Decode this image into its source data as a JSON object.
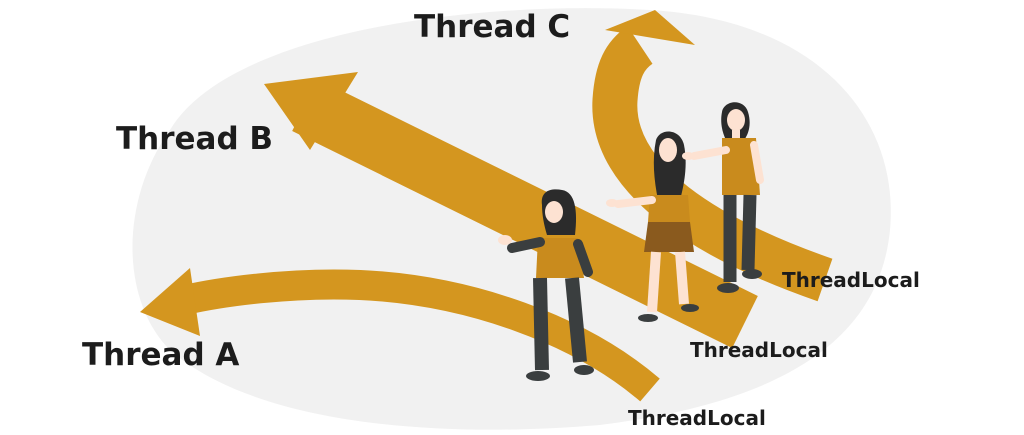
{
  "labels": {
    "thread_a": "Thread A",
    "thread_b": "Thread B",
    "thread_c": "Thread C",
    "threadlocal_a": "ThreadLocal",
    "threadlocal_b": "ThreadLocal",
    "threadlocal_c": "ThreadLocal"
  },
  "colors": {
    "background_blob": "#f1f1f1",
    "arrow": "#d4961f",
    "skin": "#fde2d2",
    "hair": "#2b2b2b",
    "pants": "#3a3e3f",
    "top": "#c98b1d",
    "skirt": "#8a5a1e"
  }
}
